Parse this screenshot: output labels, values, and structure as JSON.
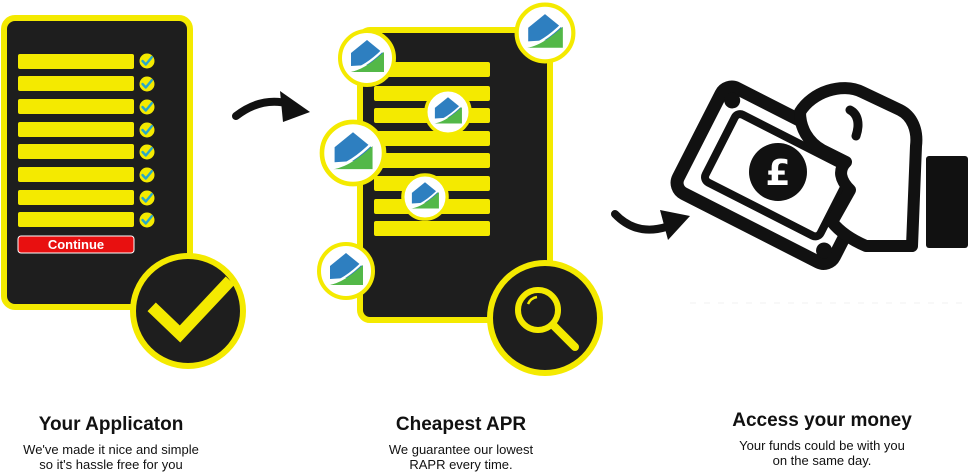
{
  "steps": [
    {
      "title": "Your Applicaton",
      "line1": "We've made it nice and simple",
      "line2": "so it's hassle free for you",
      "button_label": "Continue"
    },
    {
      "title": "Cheapest APR",
      "line1": "We guarantee our lowest",
      "line2": "RAPR every time."
    },
    {
      "title": "Access your money",
      "line1": "Your funds could be with you",
      "line2": "on the same day."
    }
  ],
  "icons": {
    "step1": [
      "form-field-icon",
      "checkmark-icon",
      "big-check-icon"
    ],
    "step2": [
      "house-logo-icon",
      "magnifier-icon"
    ],
    "step3": [
      "hand-with-banknote-icon",
      "pound-sign-icon"
    ],
    "connectors": [
      "curved-arrow-icon"
    ]
  },
  "colors": {
    "yellow": "#f4ea00",
    "panel": "#1e1e1e",
    "button": "#e81010",
    "check": "#2aa8c8",
    "logo_blue": "#2e7fc0",
    "logo_green": "#53b848"
  }
}
